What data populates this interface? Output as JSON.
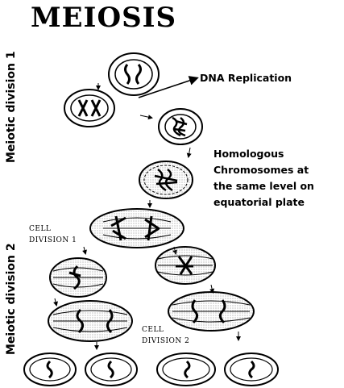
{
  "title": "MEIOSIS",
  "side_labels": {
    "division1": "Meiotic division 1",
    "division2": "Meiotic division 2"
  },
  "annotations": {
    "dna_replication": "DNA Replication",
    "homologous_line1": "Homologous",
    "homologous_line2": "Chromosomes at",
    "homologous_line3": "the same level on",
    "homologous_line4": "equatorial plate",
    "cell_division_1_line1": "CELL",
    "cell_division_1_line2": "DIVISION 1",
    "cell_division_2_line1": "CELL",
    "cell_division_2_line2": "DIVISION 2"
  },
  "colors": {
    "ink": "#000000",
    "cell_fill": "#ffffff",
    "stipple": "#b8b8b8"
  }
}
